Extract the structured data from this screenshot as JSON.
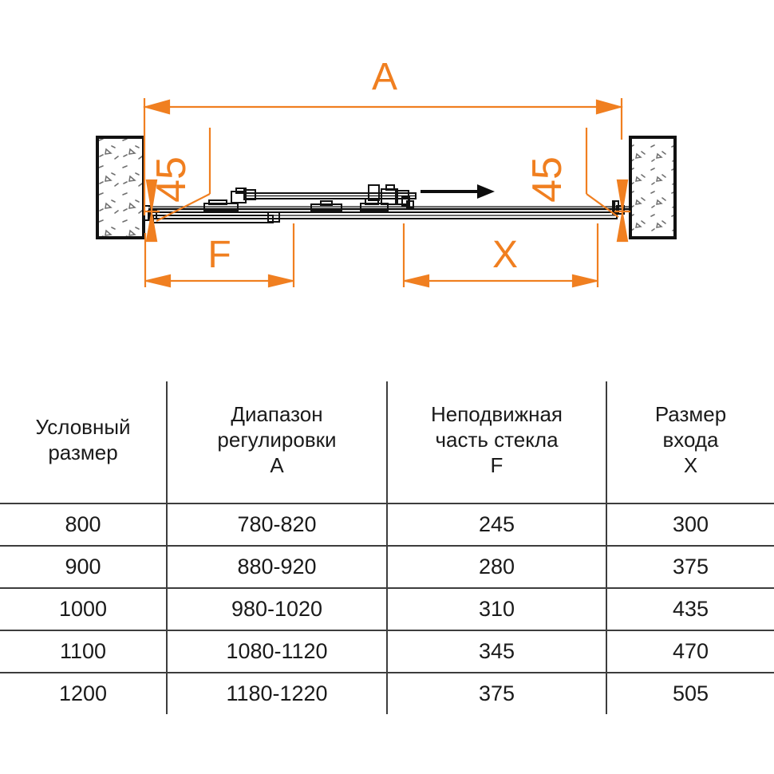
{
  "drawing": {
    "title_dimension": "A",
    "labels": {
      "overall": "A",
      "gap_left": "45",
      "gap_right": "45",
      "fixed_part": "F",
      "entrance": "X"
    },
    "colors": {
      "dimension": "#F07F20",
      "outline": "#1a1a1a",
      "wall_fill": "#ffffff",
      "hatch": "#6b6b6b",
      "arrow": "#0d0d0d"
    },
    "icons": {
      "slide_direction": "right-arrow-icon",
      "wall_left": "wall-hatch-icon",
      "wall_right": "wall-hatch-icon"
    }
  },
  "table": {
    "headers": [
      {
        "line1": "Условный",
        "line2": "размер",
        "symbol": ""
      },
      {
        "line1": "Диапазон",
        "line2": "регулировки",
        "symbol": "A"
      },
      {
        "line1": "Неподвижная",
        "line2": "часть стекла",
        "symbol": "F"
      },
      {
        "line1": "Размер",
        "line2": "входа",
        "symbol": "X"
      }
    ],
    "rows": [
      {
        "size": "800",
        "range": "780-820",
        "fixed": "245",
        "entrance": "300"
      },
      {
        "size": "900",
        "range": "880-920",
        "fixed": "280",
        "entrance": "375"
      },
      {
        "size": "1000",
        "range": "980-1020",
        "fixed": "310",
        "entrance": "435"
      },
      {
        "size": "1100",
        "range": "1080-1120",
        "fixed": "345",
        "entrance": "470"
      },
      {
        "size": "1200",
        "range": "1180-1220",
        "fixed": "375",
        "entrance": "505"
      }
    ]
  }
}
